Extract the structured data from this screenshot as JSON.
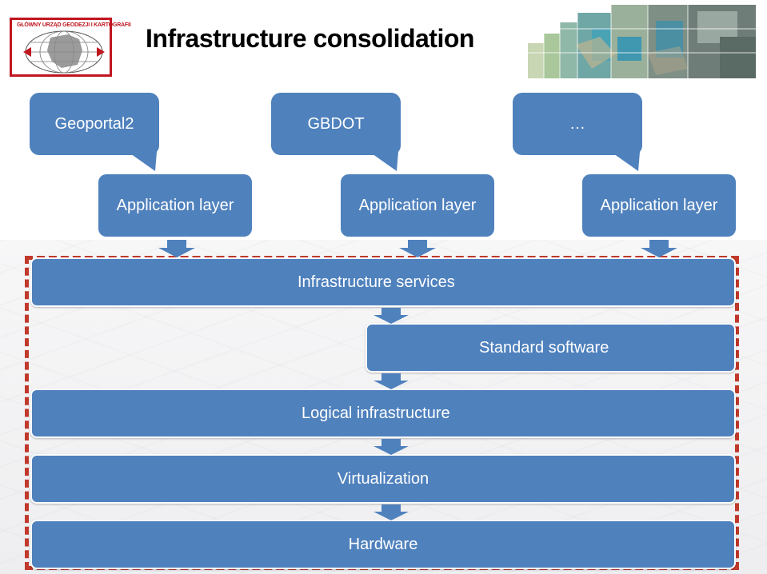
{
  "logo": {
    "text": "GŁÓWNY URZĄD GEODEZJI I KARTOGRAFII"
  },
  "title": "Infrastructure consolidation",
  "callouts": [
    {
      "label": "Geoportal2"
    },
    {
      "label": "GBDOT"
    },
    {
      "label": "…"
    }
  ],
  "application_layers": [
    {
      "label": "Application layer"
    },
    {
      "label": "Application layer"
    },
    {
      "label": "Application layer"
    }
  ],
  "stack": {
    "infrastructure_services": "Infrastructure services",
    "standard_software": "Standard software",
    "logical_infrastructure": "Logical infrastructure",
    "virtualization": "Virtualization",
    "hardware": "Hardware"
  },
  "colors": {
    "box_fill": "#4f81bd",
    "dashed_frame": "#c0392b",
    "logo_red": "#c0161f"
  }
}
